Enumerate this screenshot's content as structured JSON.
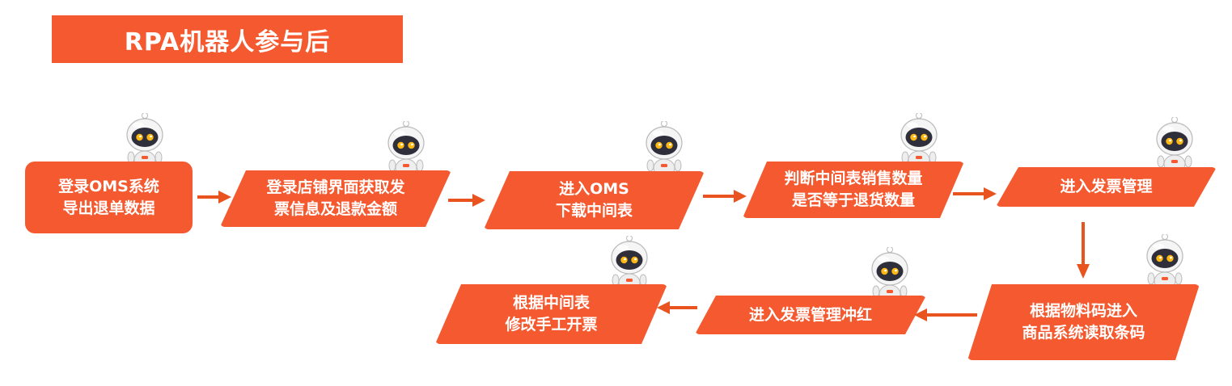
{
  "title": "RPA机器人参与后",
  "colors": {
    "accent": "#F4592F",
    "arrow": "#E8531F",
    "text": "#ffffff"
  },
  "steps": [
    {
      "id": "s1",
      "label": "登录OMS系统\n导出退单数据"
    },
    {
      "id": "s2",
      "label": "登录店铺界面获取发\n票信息及退款金额"
    },
    {
      "id": "s3",
      "label": "进入OMS\n下载中间表"
    },
    {
      "id": "s4",
      "label": "判断中间表销售数量\n是否等于退货数量"
    },
    {
      "id": "s5",
      "label": "进入发票管理"
    },
    {
      "id": "s6",
      "label": "根据物料码进入\n商品系统读取条码"
    },
    {
      "id": "s7",
      "label": "进入发票管理冲红"
    },
    {
      "id": "s8",
      "label": "根据中间表\n修改手工开票"
    }
  ],
  "icons": {
    "robot": "robot-mascot-icon",
    "arrow": "arrow-icon"
  }
}
